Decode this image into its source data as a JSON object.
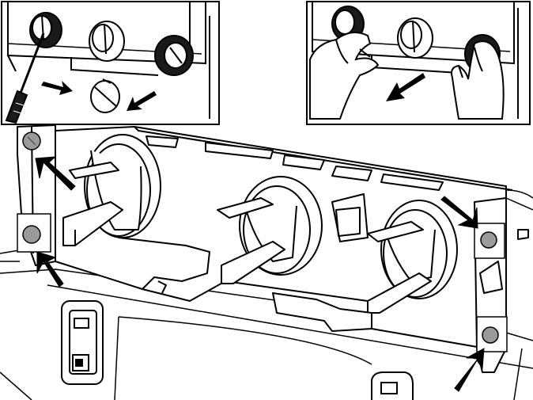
{
  "figure": {
    "inset_left": {
      "knob_count": 3,
      "tools_shown": [
        "screwdriver"
      ],
      "arrow_count": 2
    },
    "inset_right": {
      "knob_count": 3,
      "hands_shown": 2,
      "arrow_count": 1
    },
    "main": {
      "bezel_openings": 3,
      "screw_count": 4,
      "arrow_count": 4,
      "switch_count": 2
    },
    "colors": {
      "line": "#000000",
      "fill": "#ffffff",
      "shade": "#9a9a9a",
      "dark": "#1a1a1a"
    },
    "icons": [
      "knob-icon",
      "screwdriver-icon",
      "hand-icon",
      "screw-icon",
      "arrow-icon",
      "switch-icon"
    ]
  }
}
